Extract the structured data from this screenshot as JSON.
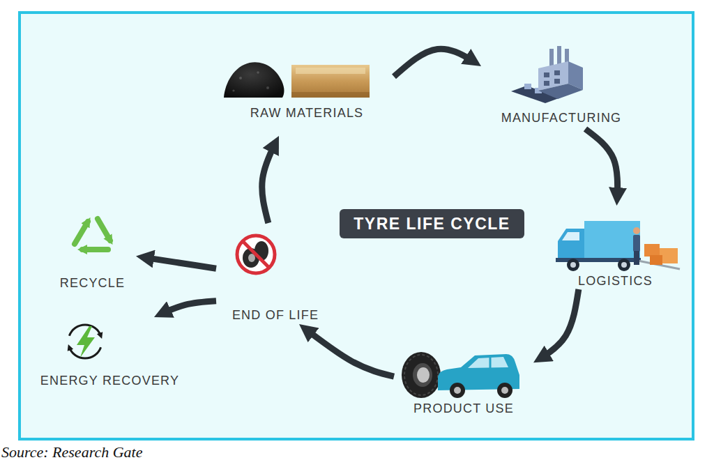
{
  "diagram": {
    "title": "TYRE LIFE CYCLE",
    "caption": "Source: Research Gate",
    "nodes": [
      {
        "text": [
          "RAW MATERIALS"
        ]
      },
      {
        "text": [
          "MANUFACTURING"
        ]
      },
      {
        "text": [
          "LOGISTICS"
        ]
      },
      {
        "text": [
          "PRODUCT USE"
        ]
      },
      {
        "text": [
          "END OF LIFE"
        ]
      },
      {
        "text": [
          "RECYCLE"
        ]
      },
      {
        "text": [
          "ENERGY RECOVERY"
        ]
      }
    ],
    "edges": [
      {
        "from": 0,
        "to": 1,
        "arrow": "to"
      },
      {
        "from": 1,
        "to": 2,
        "arrow": "to"
      },
      {
        "from": 2,
        "to": 3,
        "arrow": "to"
      },
      {
        "from": 3,
        "to": 4,
        "arrow": "to"
      },
      {
        "from": 4,
        "to": 0,
        "arrow": "to"
      },
      {
        "from": 4,
        "to": 5,
        "arrow": "to"
      },
      {
        "from": 4,
        "to": 6,
        "arrow": "to"
      }
    ]
  }
}
